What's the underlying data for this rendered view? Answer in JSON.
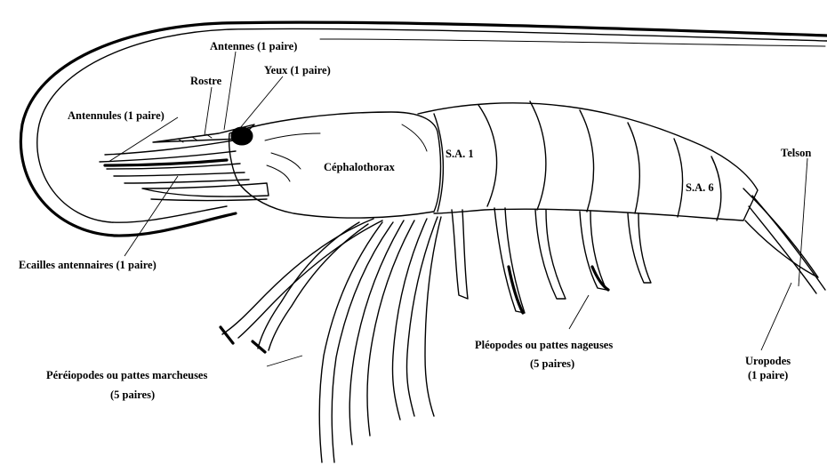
{
  "diagram": {
    "labels": {
      "antennes": "Antennes (1 paire)",
      "yeux": "Yeux (1 paire)",
      "rostre": "Rostre",
      "antennules": "Antennules (1 paire)",
      "cephalothorax": "Céphalothorax",
      "sa1": "S.A. 1",
      "sa6": "S.A. 6",
      "telson": "Telson",
      "ecailles": "Ecailles antennaires (1 paire)",
      "pleopodes_line1": "Pléopodes ou pattes nageuses",
      "pleopodes_line2": "(5 paires)",
      "pereiopodes_line1": "Péréiopodes ou pattes marcheuses",
      "pereiopodes_line2": "(5 paires)",
      "uropodes_line1": "Uropodes",
      "uropodes_line2": "(1 paire)"
    }
  }
}
